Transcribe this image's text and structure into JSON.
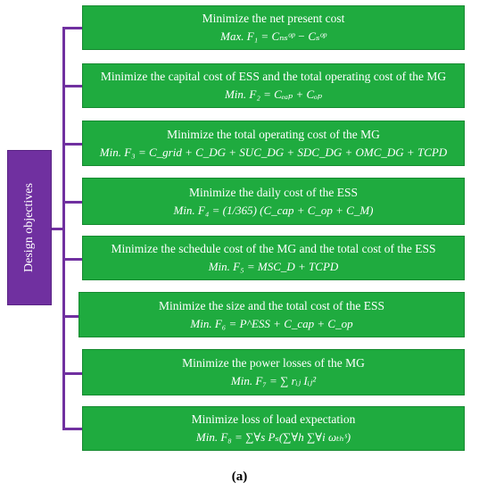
{
  "root": {
    "label": "Design objectives"
  },
  "objectives": [
    {
      "title": "Minimize the net present cost",
      "formula": "Max. F₁ = Cₙₛᵒᵖ − Cₛᵒᵖ"
    },
    {
      "title": "Minimize the capital cost of ESS and the total operating cost of the MG",
      "formula": "Min. F₂ = Cₑₐₚ + Cₒₚ"
    },
    {
      "title": "Minimize the total operating cost of the MG",
      "formula": "Min. F₃ = C_grid + C_DG + SUC_DG + SDC_DG + OMC_DG + TCPD"
    },
    {
      "title": "Minimize the daily cost of the ESS",
      "formula": "Min. F₄ = (1/365) (C_cap + C_op + C_M)"
    },
    {
      "title": "Minimize the schedule cost of the MG and the total cost of the ESS",
      "formula": "Min. F₅ = MSC_D + TCPD"
    },
    {
      "title": "Minimize the size and the total cost of the ESS",
      "formula": "Min. F₆ = P^ESS + C_cap + C_op"
    },
    {
      "title": "Minimize the power losses of the MG",
      "formula": "Min. F₇ = ∑ rᵢⱼ Iᵢⱼ²"
    },
    {
      "title": "Minimize loss of load expectation",
      "formula": "Min. F₈ = ∑∀s Pₛ(∑∀h ∑∀i ωₜₕˢ)"
    }
  ],
  "caption": "(a)",
  "colors": {
    "box_green": "#1fab3f",
    "root_purple": "#7030a0",
    "text": "#ffffff"
  }
}
